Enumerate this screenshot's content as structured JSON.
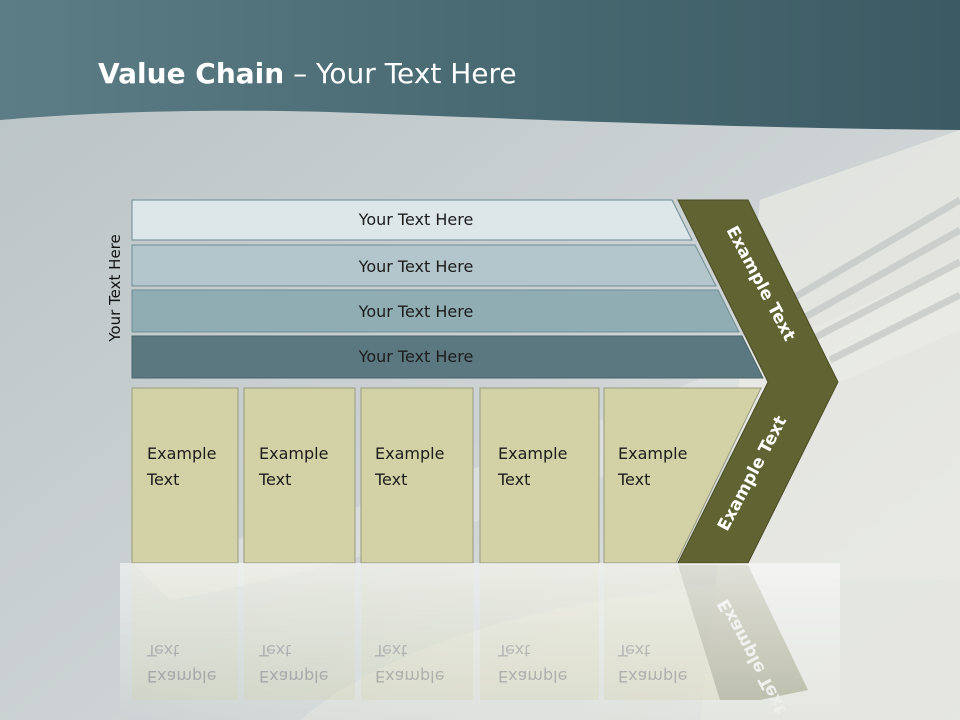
{
  "title": {
    "bold": "Value Chain",
    "rest": " – Your Text Here"
  },
  "side_label": "Your Text Here",
  "bands": [
    {
      "label": "Your Text Here"
    },
    {
      "label": "Your Text Here"
    },
    {
      "label": "Your Text Here"
    },
    {
      "label": "Your Text Here"
    }
  ],
  "boxes": [
    {
      "line1": "Example",
      "line2": "Text"
    },
    {
      "line1": "Example",
      "line2": "Text"
    },
    {
      "line1": "Example",
      "line2": "Text"
    },
    {
      "line1": "Example",
      "line2": "Text"
    },
    {
      "line1": "Example",
      "line2": "Text"
    }
  ],
  "chevron": {
    "upper": "Example Text",
    "lower": "Example Text"
  },
  "colors": {
    "header": "#426570",
    "band1": "#dde6e9",
    "band2": "#b3c6cb",
    "band3": "#8fadb2",
    "band4": "#5b7880",
    "box": "#d2d2a6",
    "chevron": "#606332"
  }
}
